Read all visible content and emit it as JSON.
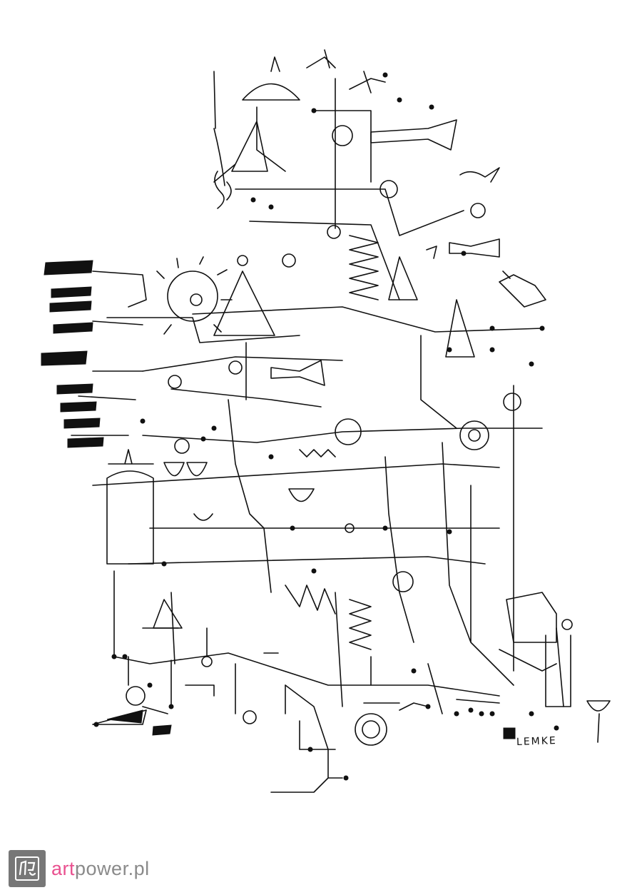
{
  "artwork": {
    "signature": "LEMKE",
    "ink_color": "#111111",
    "background": "#ffffff"
  },
  "watermark": {
    "brand_art": "art",
    "brand_rest": "power.pl",
    "art_color": "#e9508f",
    "rest_color": "#8a8a8a",
    "logo_icon": "artpower-logo-icon"
  }
}
